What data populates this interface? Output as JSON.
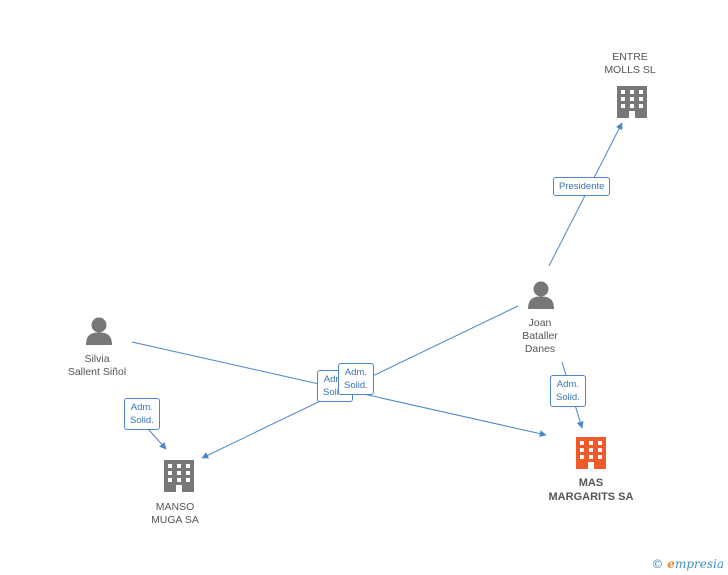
{
  "nodes": {
    "entre_molls": {
      "label": "ENTRE\nMOLLS SL",
      "type": "company"
    },
    "joan": {
      "label": "Joan\nBataller\nDanes",
      "type": "person"
    },
    "silvia": {
      "label": "Silvia\nSallent Siñol",
      "type": "person"
    },
    "manso": {
      "label": "MANSO\nMUGA SA",
      "type": "company"
    },
    "mas": {
      "label": "MAS\nMARGARITS SA",
      "type": "company-main"
    }
  },
  "edges": {
    "presidente": "Presidente",
    "adm1": "Adm.\nSolid.",
    "adm2": "Adm.\nSolid.",
    "adm3": "Adm.\nSolid.",
    "adm4": "Adm.\nSolid."
  },
  "colors": {
    "edge": "#4a86c8",
    "company": "#777777",
    "company_main": "#f05a28",
    "person": "#777777"
  },
  "brand": {
    "copyright": "©",
    "name_first": "e",
    "name_rest": "mpresia"
  }
}
